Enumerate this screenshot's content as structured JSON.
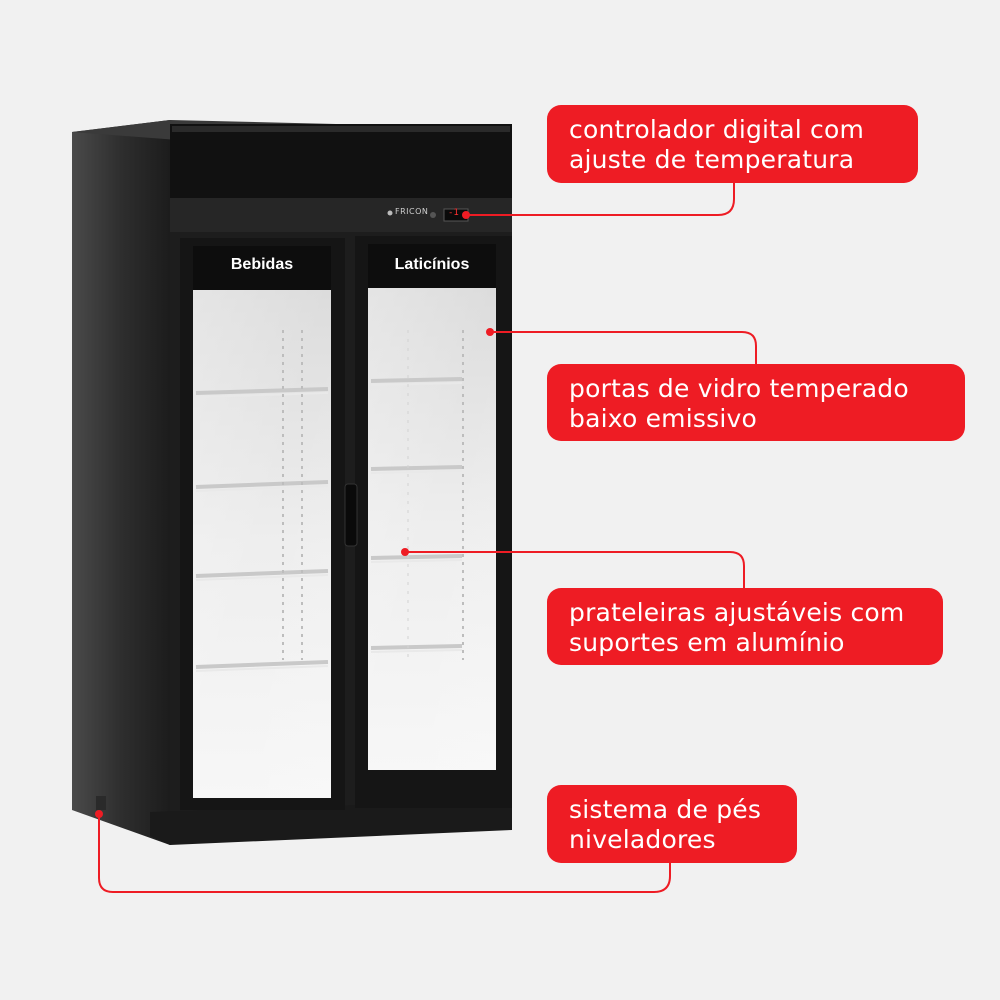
{
  "product": {
    "brand": "FRICON",
    "display_reading": "-1",
    "door_left_label": "Bebidas",
    "door_right_label": "Laticínios"
  },
  "callouts": [
    {
      "line1": "controlador digital com",
      "line2": "ajuste de temperatura"
    },
    {
      "line1": "portas de vidro temperado",
      "line2": "baixo emissivo"
    },
    {
      "line1": "prateleiras ajustáveis com",
      "line2": "suportes em alumínio"
    },
    {
      "line1": "sistema de pés",
      "line2": "niveladores"
    }
  ],
  "colors": {
    "accent": "#ee1c24",
    "background": "#f1f1f1",
    "cabinet": "#222222"
  }
}
